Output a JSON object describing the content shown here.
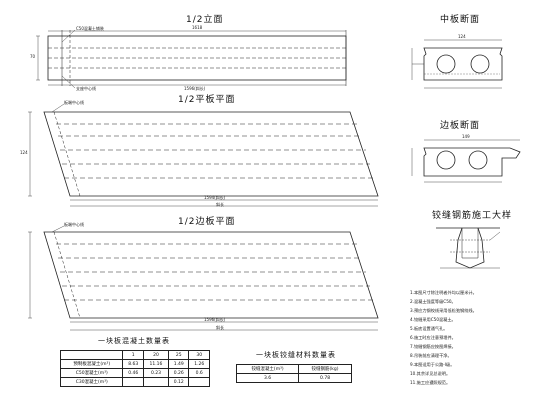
{
  "titles": {
    "half_elevation": "1/2立面",
    "half_plan_1": "1/2平板平面",
    "half_plan_2": "1/2边板平面",
    "mid_section": "中板断面",
    "edge_section": "边板断面",
    "hinge_detail": "铰缝钢筋施工大样",
    "table1": "一块板混凝土数量表",
    "table2": "一块板铰缝材料数量表"
  },
  "dimensions": {
    "elev_top_length": "1618",
    "elev_bottom_length": "1596(斜长)",
    "plan1_length": "1594(斜长)",
    "plan1_total": "斜长",
    "plan2_length": "1596(斜长)",
    "plan2_total": "斜长",
    "mid_width": "124",
    "edge_width": "149",
    "height_left": "70",
    "plan_height": "124"
  },
  "callouts": {
    "elev_1": "C50混凝土铺装",
    "elev_2": "支座中心线",
    "plan1_tag": "板端中心线",
    "plan2_tag": "板端中心线"
  },
  "table1": {
    "rows": [
      [
        "",
        "1",
        "20",
        "25",
        "30"
      ],
      [
        "预制板混凝土(m³)",
        "8.63",
        "11.16",
        "1.49",
        "1.26"
      ],
      [
        "C50混凝土(m³)",
        "0.46",
        "0.23",
        "0.26",
        "0.6"
      ],
      [
        "C30混凝土(m³)",
        "",
        "",
        "0.12",
        ""
      ]
    ]
  },
  "table2": {
    "rows": [
      [
        "铰缝混凝土(m³)",
        "铰缝钢筋(kg)"
      ],
      [
        "3.6",
        "0.78"
      ]
    ]
  },
  "notes": [
    "1.本图尺寸除注明者外均以厘米计。",
    "2.混凝土强度等级C50。",
    "3.预应力钢绞线采用低松弛钢绞线。",
    "4.铰缝采用C50混凝土。",
    "5.板底设置通气孔。",
    "6.施工时应注意预埋件。",
    "7.铰缝钢筋应按图焊接。",
    "8.吊装前应清理干净。",
    "9.本图适用于公路-I级。",
    "10.其余详见总说明。",
    "11.施工应遵照规范。"
  ]
}
